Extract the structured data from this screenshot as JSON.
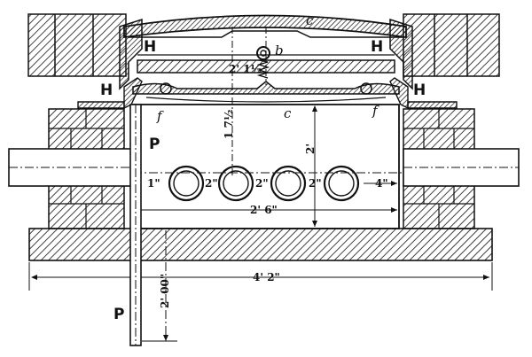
{
  "labels": {
    "H_top_left": "H",
    "H_top_right": "H",
    "H_mid_left": "H",
    "H_mid_right": "H",
    "b": "b",
    "c_top": "c",
    "c_mid": "c",
    "f_left": "f",
    "f_right": "f",
    "P_upper": "P",
    "P_lower": "P",
    "dim_1_7_half": "1 7½",
    "dim_2_prime": "2'",
    "dim_2_upper": "2' 1½",
    "dim_2_6": "2' 6\"",
    "dim_4_2": "4' 2\"",
    "dim_4_right": "4\"",
    "dim_2_a": "2\"",
    "dim_2_b": "2\"",
    "dim_2_c": "2\"",
    "dim_1_left": "1\"",
    "dim_2_00": "2' 00\""
  },
  "colors": {
    "ink": "#111111",
    "paper": "#ffffff"
  }
}
